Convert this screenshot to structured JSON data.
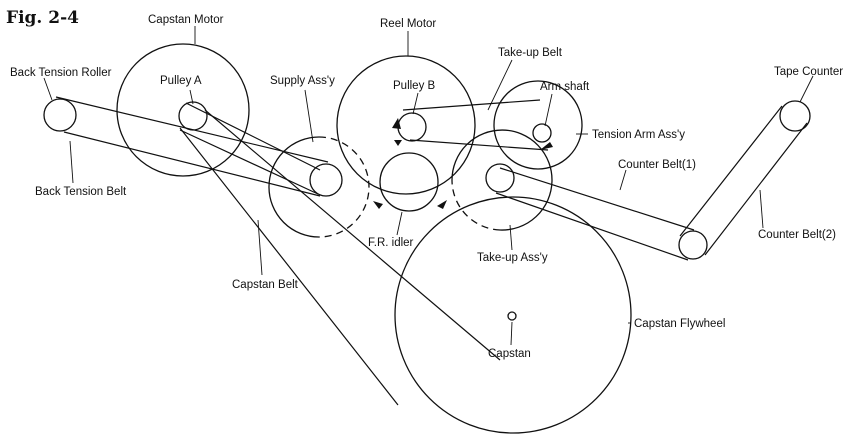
{
  "figure": {
    "title": "Fig. 2-4"
  },
  "labels": {
    "capstan_motor": "Capstan Motor",
    "reel_motor": "Reel Motor",
    "take_up_belt": "Take-up Belt",
    "tape_counter": "Tape Counter",
    "back_tension_roller": "Back Tension Roller",
    "pulley_a": "Pulley A",
    "supply_assy": "Supply Ass'y",
    "pulley_b": "Pulley B",
    "arm_shaft": "Arm shaft",
    "tension_arm_assy": "Tension Arm Ass'y",
    "counter_belt_1": "Counter Belt(1)",
    "back_tension_belt": "Back Tension Belt",
    "fr_idler": "F.R. idler",
    "take_up_assy": "Take-up Ass'y",
    "counter_belt_2": "Counter Belt(2)",
    "capstan_belt": "Capstan Belt",
    "capstan_flywheel": "Capstan Flywheel",
    "capstan": "Capstan"
  }
}
